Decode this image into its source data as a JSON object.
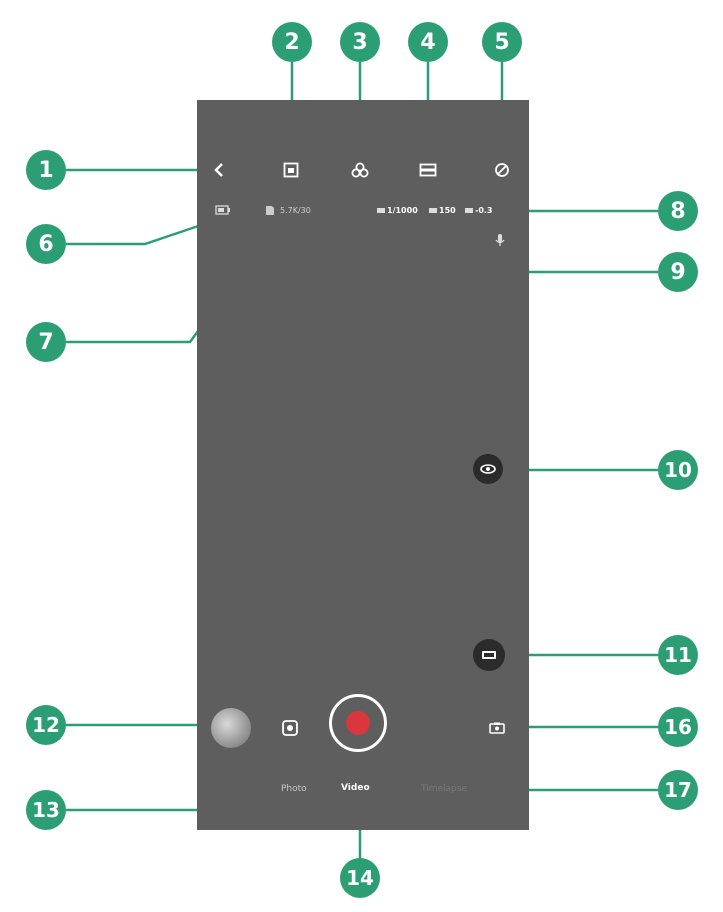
{
  "accent_color": "#2b9e74",
  "status": {
    "resolution": "5.7K/30",
    "shutter": "1/1000",
    "iso": "150",
    "ev": "-0.3"
  },
  "modes": [
    "Photo",
    "Video",
    "Timelapse"
  ],
  "active_mode": "Video",
  "badges": [
    "1",
    "2",
    "3",
    "4",
    "5",
    "6",
    "7",
    "8",
    "9",
    "10",
    "11",
    "12",
    "13",
    "14",
    "16",
    "17"
  ],
  "icons": {
    "back": "back-icon",
    "preview_box": "preview-box-icon",
    "filter": "filter-icon",
    "aspect": "aspect-ratio-icon",
    "stabilization": "stabilization-icon",
    "battery": "battery-icon",
    "sd_card": "sd-card-icon",
    "mic": "microphone-icon",
    "view": "view-mode-icon",
    "lens": "lens-guard-icon",
    "gallery": "gallery-thumbnail",
    "selfie": "selfie-toggle-icon",
    "shutter": "record-shutter-button",
    "camera_switch": "camera-switch-icon"
  }
}
